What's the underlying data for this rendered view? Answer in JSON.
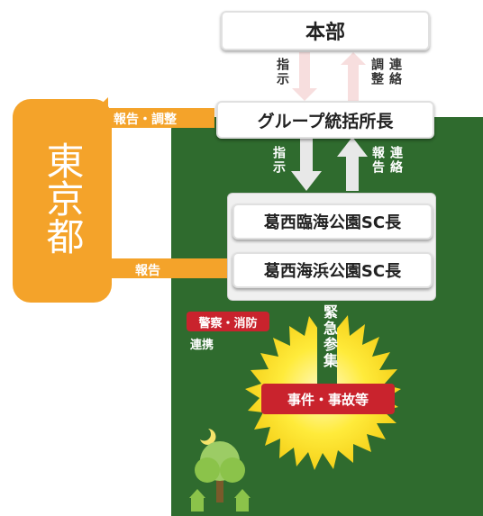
{
  "nodes": {
    "honbu": "本部",
    "leader": "グループ統括所長",
    "sc1": "葛西臨海公園SC長",
    "sc2": "葛西海浜公園SC長",
    "tokyo": "東京都",
    "incident": "事件・事故等",
    "police_fire": "警察・消防"
  },
  "labels": {
    "shiji_top": "指示",
    "chousei_top": "調整",
    "renraku_top": "連絡",
    "shiji_mid": "指示",
    "houkoku_mid": "報告",
    "renraku_mid": "連絡",
    "report_adjust": "報告・調整",
    "report": "報告",
    "renkei": "連携",
    "kinkyu": "緊急参集"
  },
  "colors": {
    "green": "#2f6b2e",
    "orange": "#f4a32a",
    "red": "#c9232d"
  }
}
